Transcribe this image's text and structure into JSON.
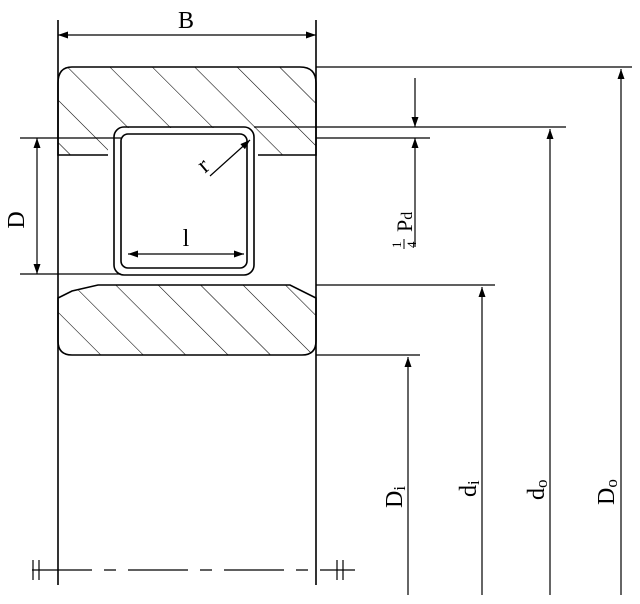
{
  "diagram": {
    "type": "bearing cross-section engineering drawing",
    "colors": {
      "line": "#000000",
      "background": "#ffffff"
    },
    "labels": {
      "width_B": "B",
      "roller_diameter_D": "D",
      "roller_length_l": "l",
      "corner_radius_r": "r",
      "clearance_fraction": "1⁄4",
      "clearance_symbol": "P",
      "clearance_subscript": "d",
      "inner_diameter_main": "D",
      "inner_diameter_sub": "i",
      "inner_raceway_main": "d",
      "inner_raceway_sub": "i",
      "outer_raceway_main": "d",
      "outer_raceway_sub": "o",
      "outer_diameter_main": "D",
      "outer_diameter_sub": "o"
    }
  }
}
